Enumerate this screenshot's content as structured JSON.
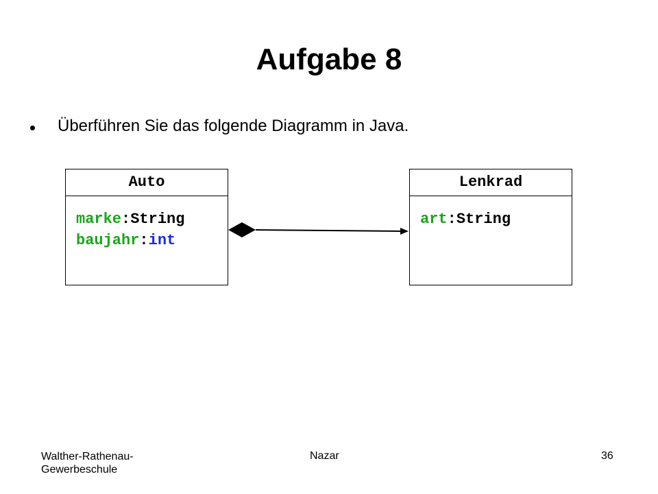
{
  "slide": {
    "title": "Aufgabe 8",
    "bullet": "Überführen Sie das folgende Diagramm in Java."
  },
  "diagram": {
    "classes": [
      {
        "name": "Auto",
        "attributes": [
          {
            "name": "marke",
            "sep": ":",
            "type": "String"
          },
          {
            "name": "baujahr",
            "sep": ":",
            "type": "int"
          }
        ]
      },
      {
        "name": "Lenkrad",
        "attributes": [
          {
            "name": "art",
            "sep": ":",
            "type": "String"
          }
        ]
      }
    ],
    "relation": {
      "type": "composition",
      "from": "Auto",
      "to": "Lenkrad"
    }
  },
  "colors": {
    "attribute_name": "#19a519",
    "primitive_type": "#1b2bd9",
    "text": "#000000"
  },
  "footer": {
    "left_line1": "Walther-Rathenau-",
    "left_line2": "Gewerbeschule",
    "center": "Nazar",
    "page_number": "36"
  }
}
